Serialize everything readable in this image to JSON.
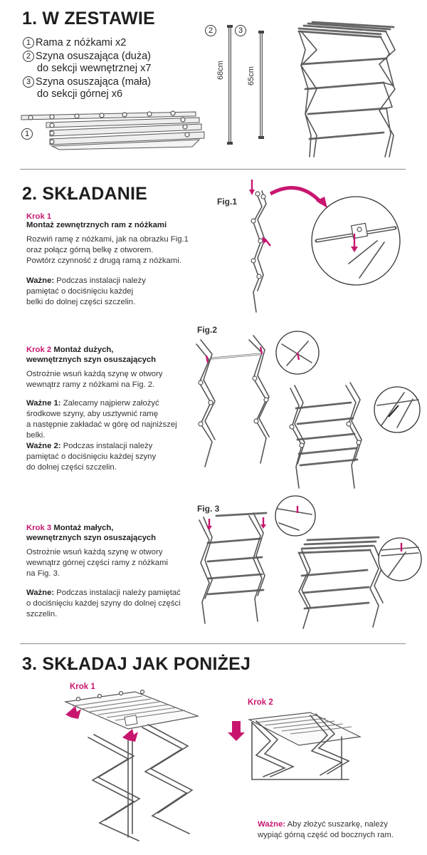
{
  "section1": {
    "title": "1. W ZESTAWIE",
    "items": [
      {
        "num": "1",
        "line1": "Rama z nóżkami x2",
        "line2": ""
      },
      {
        "num": "2",
        "line1": "Szyna osuszająca (duża)",
        "line2": "do sekcji wewnętrznej x7"
      },
      {
        "num": "3",
        "line1": "Szyna osuszająca (mała)",
        "line2": "do sekcji górnej x6"
      }
    ],
    "frame_label": "1",
    "rail_large_label": "2",
    "rail_small_label": "3",
    "rail_large_length": "68cm",
    "rail_small_length": "65cm"
  },
  "section2": {
    "title": "2. SKŁADANIE",
    "fig1_label": "Fig.1",
    "fig2_label": "Fig.2",
    "fig3_label": "Fig. 3",
    "step1": {
      "label": "Krok 1",
      "title": "Montaż zewnętrznych ram z nóżkami",
      "lines": [
        "Rozwiń ramę z nóżkami, jak na obrazku Fig.1",
        "oraz połącz górną belkę z otworem.",
        "Powtórz czynność z drugą ramą z nóżkami."
      ],
      "important_label": "Ważne:",
      "important_lines": [
        "Podczas instalacji należy",
        "pamiętać o dociśnięciu każdej",
        "belki do dolnej części szczelin."
      ]
    },
    "step2": {
      "label": "Krok 2",
      "title_line1": "Montaż dużych,",
      "title_line2": "wewnętrznych szyn osuszających",
      "lines": [
        "Ostrożnie wsuń każdą szynę w otwory",
        "wewnątrz ramy z nóżkami na Fig. 2."
      ],
      "important1_label": "Ważne 1:",
      "important1_lines": [
        "Zalecamy najpierw założyć",
        "środkowe szyny, aby usztywnić ramę",
        "a następnie zakładać w górę od najniższej",
        "belki."
      ],
      "important2_label": "Ważne 2:",
      "important2_lines": [
        "Podczas instalacji należy",
        "pamiętać o dociśnięciu każdej szyny",
        "do dolnej części szczelin."
      ]
    },
    "step3": {
      "label": "Krok 3",
      "title_line1": "Montaż małych,",
      "title_line2": "wewnętrznych szyn osuszających",
      "lines": [
        "Ostrożnie wsuń każdą szynę w otwory",
        "wewnątrz górnej części ramy z nóżkami",
        "na Fig. 3."
      ],
      "important_label": "Ważne:",
      "important_lines": [
        "Podczas instalacji należy pamiętać",
        "o dociśnięciu każdej szyny do dolnej części",
        "szczelin."
      ]
    }
  },
  "section3": {
    "title": "3. SKŁADAJ JAK PONIŻEJ",
    "step1_label": "Krok 1",
    "step2_label": "Krok 2",
    "note_label": "Ważne:",
    "note_lines": [
      "Aby złożyć suszarkę, należy",
      "wypiąć górną część od bocznych ram."
    ]
  },
  "colors": {
    "accent": "#c8166f",
    "text": "#222222",
    "divider": "#8a8a8a"
  }
}
